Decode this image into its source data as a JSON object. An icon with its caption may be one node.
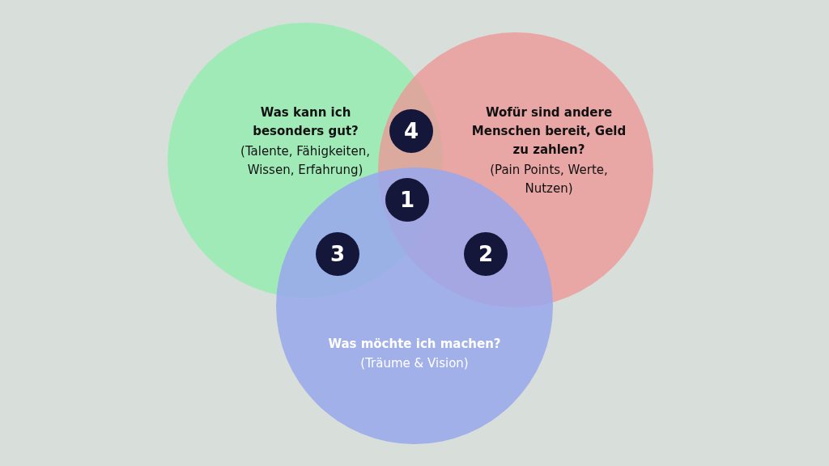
{
  "diagram": {
    "nodes": [
      {
        "text": [
          "Was kann ich besonders gut?",
          "(Talente, Fähigkeiten, Wissen, Erfahrung)"
        ]
      },
      {
        "text": [
          "Wofür sind andere Menschen bereit, Geld zu zahlen?",
          "(Pain Points, Werte, Nutzen)"
        ]
      },
      {
        "text": [
          "Was möchte ich machen?",
          "(Träume & Vision)"
        ]
      },
      {
        "text": [
          "4"
        ]
      },
      {
        "text": [
          "1"
        ]
      },
      {
        "text": [
          "3"
        ]
      },
      {
        "text": [
          "2"
        ]
      }
    ],
    "edges": []
  }
}
